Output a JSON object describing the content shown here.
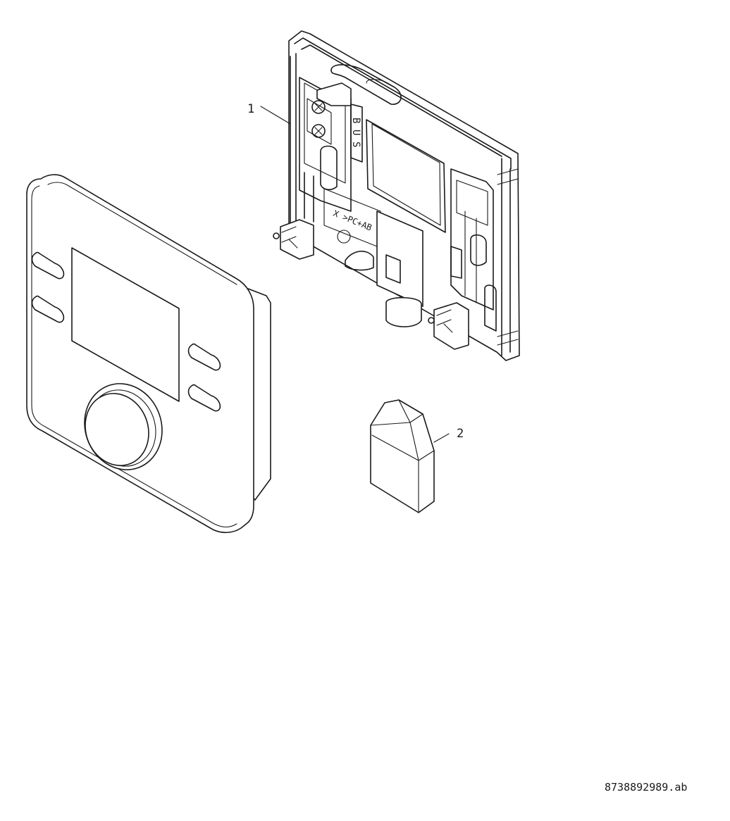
{
  "callouts": [
    {
      "label": "1",
      "part": "wall-mounting-base"
    },
    {
      "label": "2",
      "part": "cover-cap"
    }
  ],
  "base_markings": {
    "bus": [
      "B",
      "U",
      "S"
    ],
    "terminal": "X >PC+AB"
  },
  "drawing_number": "8738892989.ab",
  "colors": {
    "line": "#1a1a1a",
    "background": "#ffffff"
  }
}
